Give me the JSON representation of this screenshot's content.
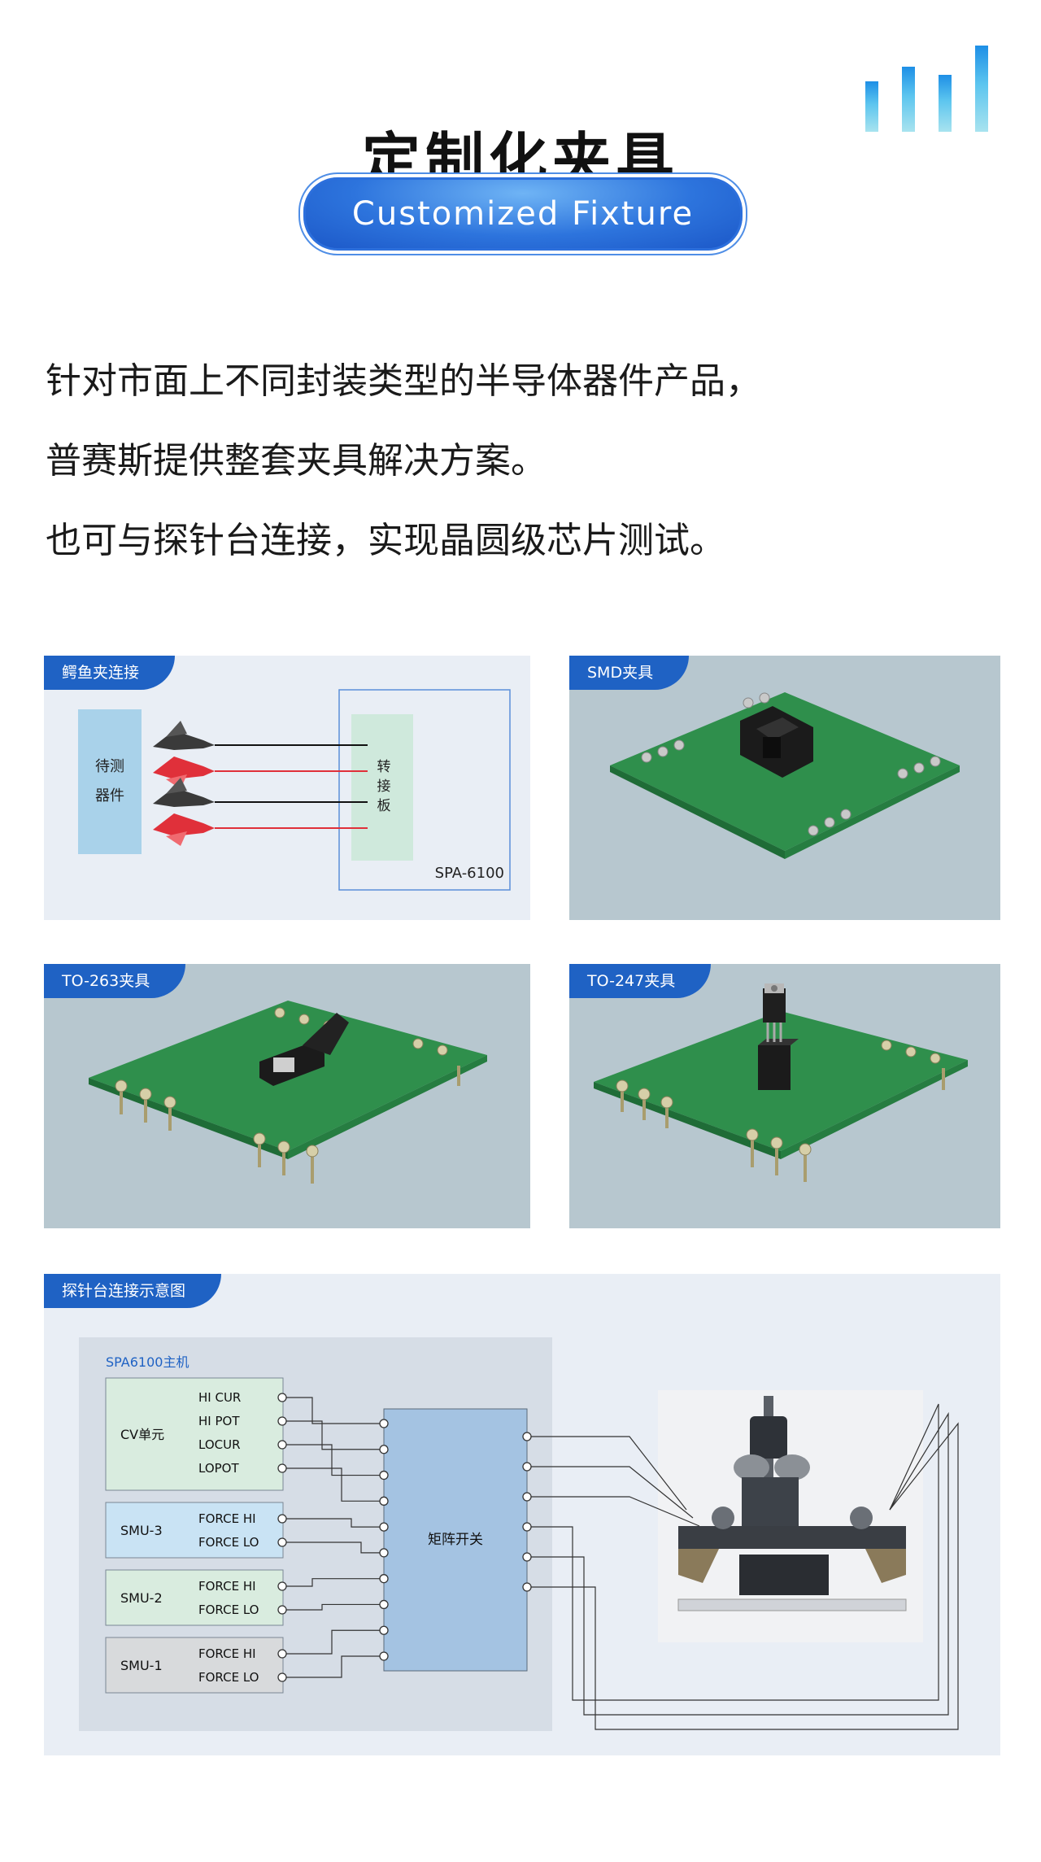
{
  "header": {
    "title_cn": "定制化夹具",
    "title_en": "Customized Fixture"
  },
  "intro": {
    "lines": [
      "针对市面上不同封装类型的半导体器件产品，",
      "普赛斯提供整套夹具解决方案。",
      "也可与探针台连接，实现晶圆级芯片测试。"
    ]
  },
  "panels": {
    "alligator": {
      "tag": "鳄鱼夹连接",
      "device_label": "待测器件",
      "board_label": "转接板",
      "model_label": "SPA-6100"
    },
    "smd": {
      "tag": "SMD夹具"
    },
    "to263": {
      "tag": "TO-263夹具"
    },
    "to247": {
      "tag": "TO-247夹具"
    },
    "probe": {
      "tag": "探针台连接示意图",
      "host_label": "SPA6100主机",
      "matrix_label": "矩阵开关",
      "units": [
        {
          "name": "CV单元",
          "ports": [
            "HI CUR",
            "HI POT",
            "LOCUR",
            "LOPOT"
          ]
        },
        {
          "name": "SMU-3",
          "ports": [
            "FORCE HI",
            "FORCE LO"
          ]
        },
        {
          "name": "SMU-2",
          "ports": [
            "FORCE HI",
            "FORCE LO"
          ]
        },
        {
          "name": "SMU-1",
          "ports": [
            "FORCE HI",
            "FORCE LO"
          ]
        }
      ]
    }
  },
  "colors": {
    "accent_blue": "#1f62c4",
    "pcb_green": "#2e8b4a",
    "device_blue": "#a9d2ea",
    "board_green": "#cfe9dc",
    "matrix_blue": "#a4c3e2",
    "clip_red": "#e0303a"
  }
}
